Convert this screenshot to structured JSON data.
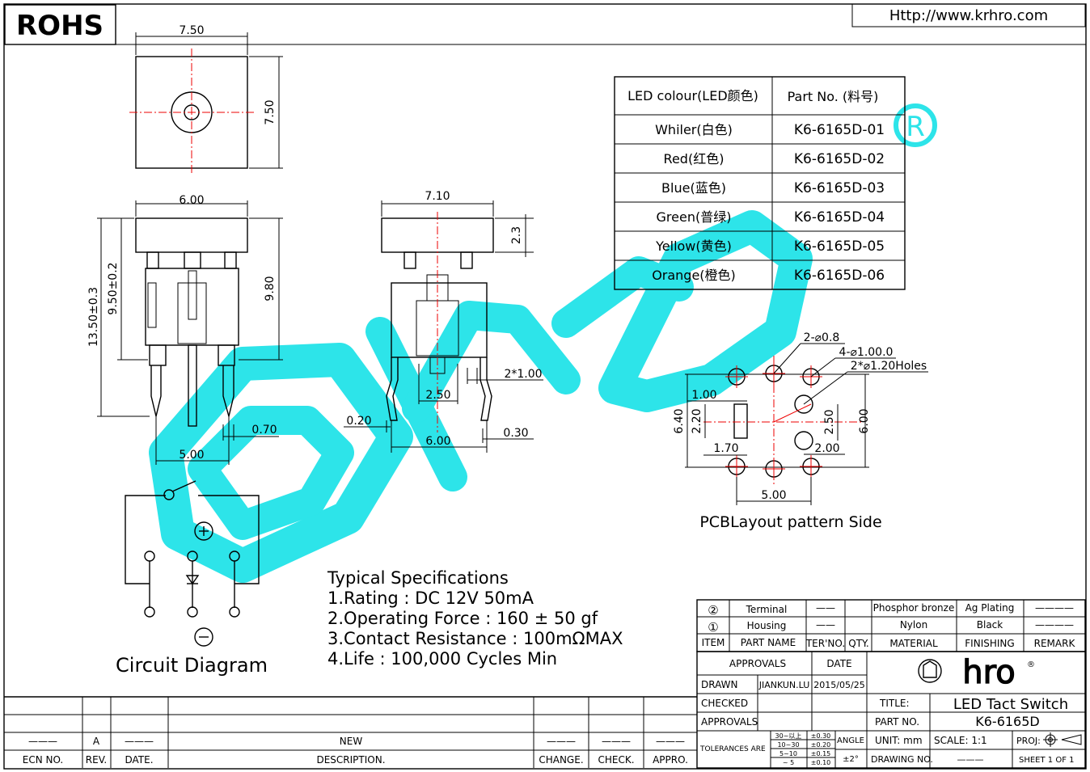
{
  "header": {
    "rohs": "ROHS",
    "url": "Http://www.krhro.com"
  },
  "top_view": {
    "width": "7.50",
    "height": "7.50"
  },
  "front_view": {
    "top_width": "6.00",
    "overall_height": "13.50±0.3",
    "mid_height": "9.50±0.2",
    "right_height": "9.80",
    "pin_spacing": "5.00",
    "pin_width": "0.70"
  },
  "side_view": {
    "top_width": "7.10",
    "cap_height": "2.3",
    "pin_pitch": "2*1.00",
    "mid_spacing": "2.50",
    "left_dim": "0.20",
    "bottom_width": "6.00",
    "right_dim": "0.30"
  },
  "led_table": {
    "header_colour": "LED  colour(LED颜色)",
    "header_part": "Part  No. (料号)",
    "rows": [
      {
        "colour": "Whiler(白色)",
        "part": "K6-6165D-01"
      },
      {
        "colour": "Red(红色)",
        "part": "K6-6165D-02"
      },
      {
        "colour": "Blue(蓝色)",
        "part": "K6-6165D-03"
      },
      {
        "colour": "Green(普绿)",
        "part": "K6-6165D-04"
      },
      {
        "colour": "Yellow(黄色)",
        "part": "K6-6165D-05"
      },
      {
        "colour": "Orange(橙色)",
        "part": "K6-6165D-06"
      }
    ]
  },
  "pcb": {
    "title": "PCBLayout  pattern  Side",
    "label_holes_a": "2-⌀0.8",
    "label_holes_b": "4-⌀1.00.0",
    "label_holes_c": "2*⌀1.20Holes",
    "d_100": "1.00",
    "d_220": "2.20",
    "d_640": "6.40",
    "d_170": "1.70",
    "d_250": "2.50",
    "d_200": "2.00",
    "d_600": "6.00",
    "d_500": "5.00"
  },
  "circuit": {
    "title": "Circuit  Diagram"
  },
  "specs": {
    "title": "Typical  Specifications",
    "lines": [
      "1.Rating : DC  12V  50mA",
      "2.Operating  Force : 160  ±  50  gf",
      "3.Contact  Resistance : 100mΩMAX",
      "4.Life : 100,000  Cycles  Min"
    ]
  },
  "bom": {
    "rows": [
      {
        "item": "②",
        "name": "Terminal",
        "ter": "——",
        "qty": "",
        "material": "Phosphor bronze",
        "finishing": "Ag Plating",
        "remark": "————"
      },
      {
        "item": "①",
        "name": "Housing",
        "ter": "——",
        "qty": "",
        "material": "Nylon",
        "finishing": "Black",
        "remark": "————"
      }
    ],
    "headers": {
      "item": "ITEM",
      "name": "PART  NAME",
      "ter": "TER'NO.",
      "qty": "QTY.",
      "material": "MATERIAL",
      "finishing": "FINISHING",
      "remark": "REMARK"
    }
  },
  "titleblock": {
    "approvals": "APPROVALS",
    "date": "DATE",
    "drawn": "DRAWN",
    "drawn_by": "JIANKUN.LU",
    "drawn_date": "2015/05/25",
    "checked": "CHECKED",
    "approvals2": "APPROVALS",
    "title_label": "TITLE:",
    "title": "LED  Tact  Switch",
    "partno_label": "PART  NO.",
    "partno": "K6-6165D",
    "tolerances": "TOLERANCES  ARE",
    "tol_ranges": [
      "30~以上",
      "10~30",
      "5~10",
      "~  5"
    ],
    "tol_values": [
      "±0.30",
      "±0.20",
      "±0.15",
      "±0.10"
    ],
    "angle": "ANGLE",
    "angle_val": "±2°",
    "unit": "UNIT:  mm",
    "scale": "SCALE:    1:1",
    "proj": "PROJ:",
    "drawing_no": "DRAWING  NO.",
    "drawing_no_val": "———",
    "sheet": "SHEET    1  OF  1",
    "brand": "hro"
  },
  "revision": {
    "ecn_val": "———",
    "rev_val": "A",
    "date_val": "———",
    "desc_val": "NEW",
    "change_val": "———",
    "check_val": "———",
    "appro_val": "———",
    "ecn": "ECN  NO.",
    "rev": "REV.",
    "date": "DATE.",
    "desc": "DESCRIPTION.",
    "change": "CHANGE.",
    "check": "CHECK.",
    "appro": "APPRO."
  },
  "colors": {
    "watermark": "#22e3e8",
    "centerline": "#e00000",
    "line": "#000000"
  }
}
